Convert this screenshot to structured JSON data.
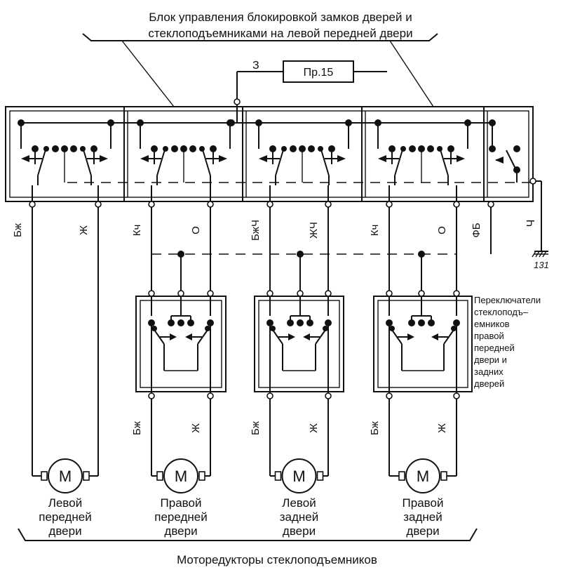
{
  "title": {
    "line1": "Блок управления блокировкой замков дверей и",
    "line2": "стеклоподъемниками на левой передней двери"
  },
  "fuse": {
    "label": "Пр.15",
    "wire": "З"
  },
  "ground": {
    "label": "131",
    "wire": "Ч"
  },
  "control_block": {
    "wire_labels": [
      "Бж",
      "Ж",
      "Кч",
      "О",
      "БжЧ",
      "ЖЧ",
      "Кч",
      "О",
      "ФБ"
    ]
  },
  "switches": {
    "caption": [
      "Переключатели",
      "стеклоподъ–",
      "емников",
      "правой",
      "передней",
      "двери и",
      "задних",
      "дверей"
    ]
  },
  "motors": {
    "symbol": "M",
    "wire_labels": [
      "Бж",
      "Ж"
    ],
    "items": [
      {
        "lines": [
          "Левой",
          "передней",
          "двери"
        ]
      },
      {
        "lines": [
          "Правой",
          "передней",
          "двери"
        ]
      },
      {
        "lines": [
          "Левой",
          "задней",
          "двери"
        ]
      },
      {
        "lines": [
          "Правой",
          "задней",
          "двери"
        ]
      }
    ]
  },
  "footer": {
    "label": "Моторедукторы   стеклоподъемников"
  }
}
